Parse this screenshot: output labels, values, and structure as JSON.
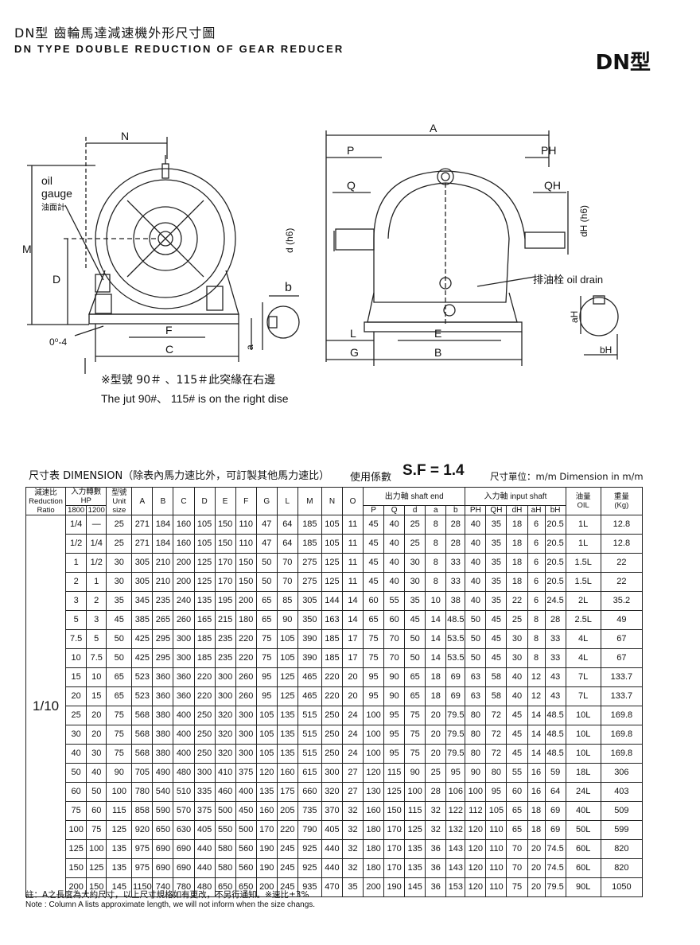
{
  "header": {
    "title_cn": "DN型  齒輪馬達減速機外形尺寸圖",
    "title_en": "DN TYPE DOUBLE REDUCTION OF GEAR REDUCER",
    "badge": "DN型"
  },
  "drawing": {
    "labels": {
      "N": "N",
      "oil_gauge": "oil",
      "oil_gauge2": "gauge",
      "oil_gauge_cn": "油面計",
      "M": "M",
      "D": "D",
      "F": "F",
      "C": "C",
      "hole": "0⁰-4",
      "d_h6": "d (h6)",
      "b": "b",
      "a": "a",
      "A": "A",
      "P": "P",
      "PH": "PH",
      "Q": "Q",
      "QH": "QH",
      "dH_h6": "dH (h6)",
      "drain": "排油栓 oil drain",
      "L": "L",
      "E": "E",
      "G": "G",
      "B": "B",
      "aH": "aH",
      "bH": "bH"
    },
    "note_cn": "※型號 90＃ 、115＃此突緣在右邊",
    "note_en": "The jut 90#、 115# is on the right dise"
  },
  "dimension": {
    "title": "尺寸表 DIMENSION（除表內馬力速比外，可訂製其他馬力速比）",
    "sf_label": "使用係數",
    "sf_value": "S.F = 1.4",
    "unit": "尺寸單位：m/m Dimension in m/m"
  },
  "table": {
    "h_ratio": [
      "減速比",
      "Reduction",
      "Ratio"
    ],
    "h_hp": [
      "入力轉數",
      "HP"
    ],
    "h_rpm1": "1800",
    "h_rpm2": "1200",
    "h_size": [
      "型號",
      "Unit",
      "size"
    ],
    "h_cols": [
      "A",
      "B",
      "C",
      "D",
      "E",
      "F",
      "G",
      "L",
      "M",
      "N",
      "O"
    ],
    "h_shaft_end": "出力軸  shaft end",
    "h_shaft_cols": [
      "P",
      "Q",
      "d",
      "a",
      "b"
    ],
    "h_input_shaft": "入力軸  input shaft",
    "h_input_cols": [
      "PH",
      "QH",
      "dH",
      "aH",
      "bH"
    ],
    "h_oil": [
      "油量",
      "OIL"
    ],
    "h_weight": [
      "重量",
      "(Kg)"
    ],
    "ratio_value": "1/10",
    "rows": [
      [
        "1/4",
        "—",
        "25",
        "271",
        "184",
        "160",
        "105",
        "150",
        "110",
        "47",
        "64",
        "185",
        "105",
        "11",
        "45",
        "40",
        "25",
        "8",
        "28",
        "40",
        "35",
        "18",
        "6",
        "20.5",
        "1L",
        "12.8"
      ],
      [
        "1/2",
        "1/4",
        "25",
        "271",
        "184",
        "160",
        "105",
        "150",
        "110",
        "47",
        "64",
        "185",
        "105",
        "11",
        "45",
        "40",
        "25",
        "8",
        "28",
        "40",
        "35",
        "18",
        "6",
        "20.5",
        "1L",
        "12.8"
      ],
      [
        "1",
        "1/2",
        "30",
        "305",
        "210",
        "200",
        "125",
        "170",
        "150",
        "50",
        "70",
        "275",
        "125",
        "11",
        "45",
        "40",
        "30",
        "8",
        "33",
        "40",
        "35",
        "18",
        "6",
        "20.5",
        "1.5L",
        "22"
      ],
      [
        "2",
        "1",
        "30",
        "305",
        "210",
        "200",
        "125",
        "170",
        "150",
        "50",
        "70",
        "275",
        "125",
        "11",
        "45",
        "40",
        "30",
        "8",
        "33",
        "40",
        "35",
        "18",
        "6",
        "20.5",
        "1.5L",
        "22"
      ],
      [
        "3",
        "2",
        "35",
        "345",
        "235",
        "240",
        "135",
        "195",
        "200",
        "65",
        "85",
        "305",
        "144",
        "14",
        "60",
        "55",
        "35",
        "10",
        "38",
        "40",
        "35",
        "22",
        "6",
        "24.5",
        "2L",
        "35.2"
      ],
      [
        "5",
        "3",
        "45",
        "385",
        "265",
        "260",
        "165",
        "215",
        "180",
        "65",
        "90",
        "350",
        "163",
        "14",
        "65",
        "60",
        "45",
        "14",
        "48.5",
        "50",
        "45",
        "25",
        "8",
        "28",
        "2.5L",
        "49"
      ],
      [
        "7.5",
        "5",
        "50",
        "425",
        "295",
        "300",
        "185",
        "235",
        "220",
        "75",
        "105",
        "390",
        "185",
        "17",
        "75",
        "70",
        "50",
        "14",
        "53.5",
        "50",
        "45",
        "30",
        "8",
        "33",
        "4L",
        "67"
      ],
      [
        "10",
        "7.5",
        "50",
        "425",
        "295",
        "300",
        "185",
        "235",
        "220",
        "75",
        "105",
        "390",
        "185",
        "17",
        "75",
        "70",
        "50",
        "14",
        "53.5",
        "50",
        "45",
        "30",
        "8",
        "33",
        "4L",
        "67"
      ],
      [
        "15",
        "10",
        "65",
        "523",
        "360",
        "360",
        "220",
        "300",
        "260",
        "95",
        "125",
        "465",
        "220",
        "20",
        "95",
        "90",
        "65",
        "18",
        "69",
        "63",
        "58",
        "40",
        "12",
        "43",
        "7L",
        "133.7"
      ],
      [
        "20",
        "15",
        "65",
        "523",
        "360",
        "360",
        "220",
        "300",
        "260",
        "95",
        "125",
        "465",
        "220",
        "20",
        "95",
        "90",
        "65",
        "18",
        "69",
        "63",
        "58",
        "40",
        "12",
        "43",
        "7L",
        "133.7"
      ],
      [
        "25",
        "20",
        "75",
        "568",
        "380",
        "400",
        "250",
        "320",
        "300",
        "105",
        "135",
        "515",
        "250",
        "24",
        "100",
        "95",
        "75",
        "20",
        "79.5",
        "80",
        "72",
        "45",
        "14",
        "48.5",
        "10L",
        "169.8"
      ],
      [
        "30",
        "20",
        "75",
        "568",
        "380",
        "400",
        "250",
        "320",
        "300",
        "105",
        "135",
        "515",
        "250",
        "24",
        "100",
        "95",
        "75",
        "20",
        "79.5",
        "80",
        "72",
        "45",
        "14",
        "48.5",
        "10L",
        "169.8"
      ],
      [
        "40",
        "30",
        "75",
        "568",
        "380",
        "400",
        "250",
        "320",
        "300",
        "105",
        "135",
        "515",
        "250",
        "24",
        "100",
        "95",
        "75",
        "20",
        "79.5",
        "80",
        "72",
        "45",
        "14",
        "48.5",
        "10L",
        "169.8"
      ],
      [
        "50",
        "40",
        "90",
        "705",
        "490",
        "480",
        "300",
        "410",
        "375",
        "120",
        "160",
        "615",
        "300",
        "27",
        "120",
        "115",
        "90",
        "25",
        "95",
        "90",
        "80",
        "55",
        "16",
        "59",
        "18L",
        "306"
      ],
      [
        "60",
        "50",
        "100",
        "780",
        "540",
        "510",
        "335",
        "460",
        "400",
        "135",
        "175",
        "660",
        "320",
        "27",
        "130",
        "125",
        "100",
        "28",
        "106",
        "100",
        "95",
        "60",
        "16",
        "64",
        "24L",
        "403"
      ],
      [
        "75",
        "60",
        "115",
        "858",
        "590",
        "570",
        "375",
        "500",
        "450",
        "160",
        "205",
        "735",
        "370",
        "32",
        "160",
        "150",
        "115",
        "32",
        "122",
        "112",
        "105",
        "65",
        "18",
        "69",
        "40L",
        "509"
      ],
      [
        "100",
        "75",
        "125",
        "920",
        "650",
        "630",
        "405",
        "550",
        "500",
        "170",
        "220",
        "790",
        "405",
        "32",
        "180",
        "170",
        "125",
        "32",
        "132",
        "120",
        "110",
        "65",
        "18",
        "69",
        "50L",
        "599"
      ],
      [
        "125",
        "100",
        "135",
        "975",
        "690",
        "690",
        "440",
        "580",
        "560",
        "190",
        "245",
        "925",
        "440",
        "32",
        "180",
        "170",
        "135",
        "36",
        "143",
        "120",
        "110",
        "70",
        "20",
        "74.5",
        "60L",
        "820"
      ],
      [
        "150",
        "125",
        "135",
        "975",
        "690",
        "690",
        "440",
        "580",
        "560",
        "190",
        "245",
        "925",
        "440",
        "32",
        "180",
        "170",
        "135",
        "36",
        "143",
        "120",
        "110",
        "70",
        "20",
        "74.5",
        "60L",
        "820"
      ],
      [
        "200",
        "150",
        "145",
        "1150",
        "740",
        "780",
        "480",
        "650",
        "650",
        "200",
        "245",
        "935",
        "470",
        "35",
        "200",
        "190",
        "145",
        "36",
        "153",
        "120",
        "110",
        "75",
        "20",
        "79.5",
        "90L",
        "1050"
      ]
    ]
  },
  "footer": {
    "note_cn": "註：A之長度為大約尺寸，以上尺寸規格如有更改，不另行通知。※速比±3%",
    "note_en": "Note : Column A lists approximate length, we will not inform when the size changs."
  }
}
